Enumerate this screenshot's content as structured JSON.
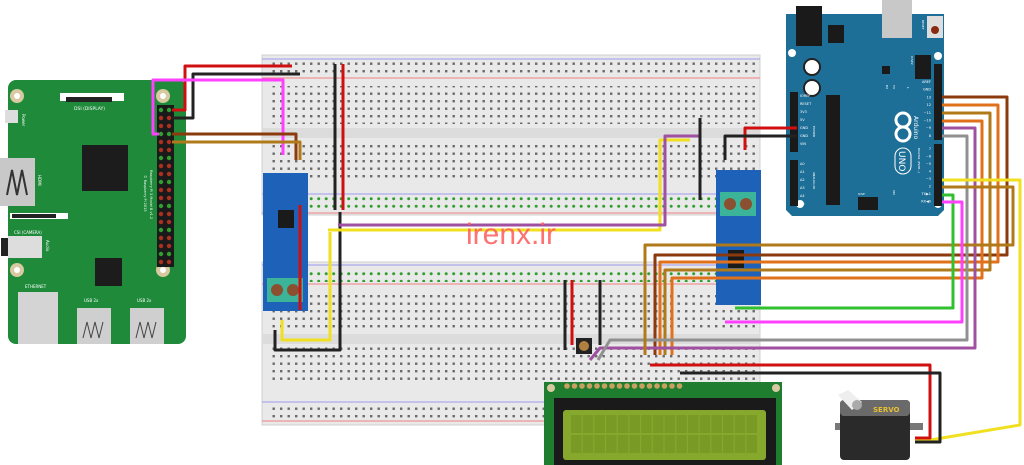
{
  "watermark": "irenx.ir",
  "raspberry_pi": {
    "dsi_label": "DSI (DISPLAY)",
    "power_label": "Power",
    "hdmi_label": "HDMI",
    "csi_label": "CSI (CAMERA)",
    "audio_label": "Audio",
    "ethernet_label": "ETHERNET",
    "usb1_label": "USB 2x",
    "usb2_label": "USB 2x",
    "model_label": "Raspberry Pi 3 Model B v1.2",
    "copyright_label": "© Raspberry Pi 2015",
    "board_color": "#1e8a3a"
  },
  "arduino": {
    "brand": "Arduino",
    "model": "UNO",
    "reset_label": "RESET",
    "icsp2_label": "ICSP2",
    "icsp_label": "ICSP",
    "on_label": "ON",
    "l_label": "L",
    "tx_label": "TX",
    "rx_label": "RX",
    "power_header_label": "POWER",
    "analog_header_label": "ANALOG IN",
    "digital_header_label": "DIGITAL (PWM~)",
    "power_pins": [
      "IOREF",
      "RESET",
      "3V3",
      "5V",
      "GND",
      "GND",
      "VIN"
    ],
    "analog_pins": [
      "A0",
      "A1",
      "A2",
      "A3",
      "A4",
      "A5"
    ],
    "digital_pins_top": [
      "AREF",
      "GND",
      "13",
      "12",
      "~11",
      "~10",
      "~9",
      "8"
    ],
    "digital_pins_bottom": [
      "7",
      "~6",
      "~5",
      "4",
      "~3",
      "2",
      "TX▶1",
      "RX◀0"
    ],
    "board_color": "#1d6f98"
  },
  "servo": {
    "label": "SERVO"
  },
  "lcd": {
    "screen_color": "#86a82c"
  },
  "max485_modules": [
    {
      "color": "#1d62b8"
    },
    {
      "color": "#1d62b8"
    }
  ],
  "wire_colors": {
    "red": "#d01010",
    "black": "#222222",
    "pink": "#ff40ff",
    "brown": "#8b3a0e",
    "orange": "#e0701a",
    "tan": "#b07a1a",
    "purple": "#a050a0",
    "yellow": "#f0e020",
    "green": "#30c030",
    "gray": "#909090"
  }
}
